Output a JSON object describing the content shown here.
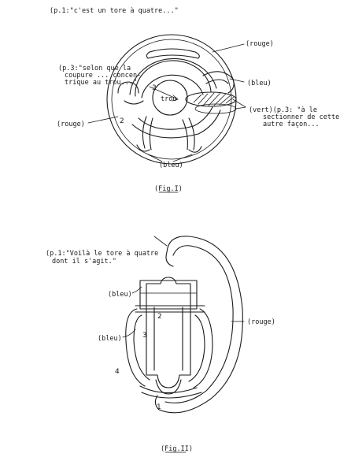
{
  "fig1": {
    "quote_top": "(p.1:\"c'est un tore à quatre...\"",
    "quote_p3_line1": "(p.3:\"selon que la",
    "quote_p3_line2": "coupure ... concen-",
    "quote_p3_line3": "trique au trou...\"",
    "label_rouge_right": "(rouge)",
    "label_bleu_right": "(bleu)",
    "label_vert_line1": "(vert)(p.3: \"à le",
    "label_vert_line2": "sectionner de cette",
    "label_vert_line3": "autre façon...",
    "label_rouge_left": "(rouge)",
    "label_bleu_bottom": "(bleu)",
    "hole_label": "trou",
    "num_3": "3",
    "num_2": "2",
    "caption": "(Fig.I)"
  },
  "fig2": {
    "quote_line1": "(p.1:\"Voilà le tore à quatre",
    "quote_line2": "dont il s'agit.\"",
    "label_bleu_top": "(bleu)",
    "label_bleu_mid": "(bleu)",
    "label_rouge": "(rouge)",
    "num_2": "2",
    "num_3": "3",
    "num_4": "4",
    "num_1": "1",
    "caption": "(Fig.II)"
  }
}
